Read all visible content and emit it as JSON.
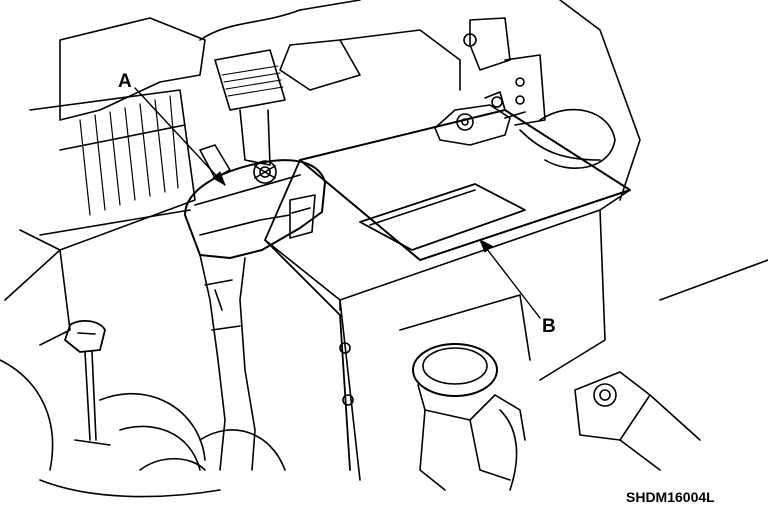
{
  "callouts": {
    "a": "A",
    "b": "B"
  },
  "figure_code": "SHDM16004L",
  "colors": {
    "line": "#000000",
    "background": "#ffffff"
  }
}
